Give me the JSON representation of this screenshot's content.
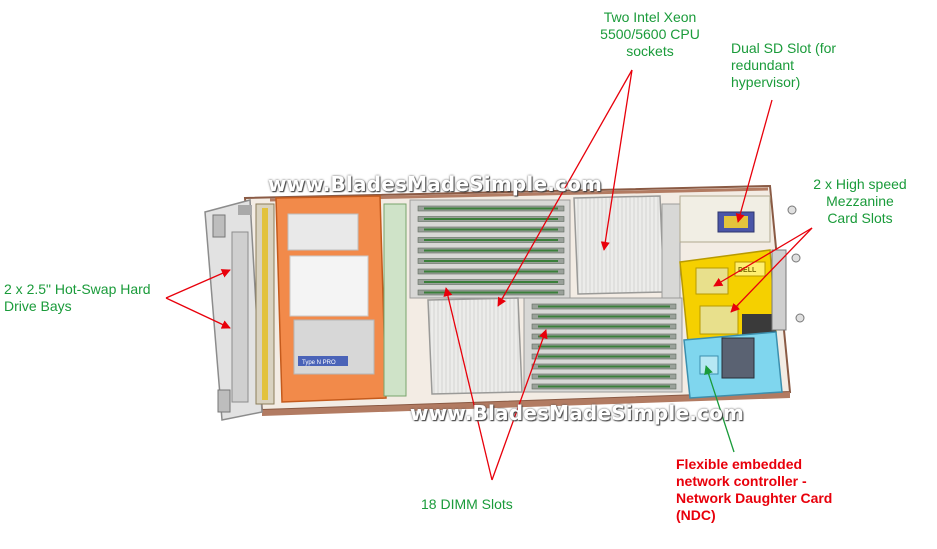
{
  "labels": {
    "cpu": "Two Intel Xeon\n5500/5600 CPU\nsockets",
    "sd": "Dual SD Slot (for\nredundant\nhypervisor)",
    "mezz": "2 x High speed\nMezzanine\nCard Slots",
    "drives": "2 x 2.5\" Hot-Swap Hard\nDrive Bays",
    "dimm": "18 DIMM Slots",
    "ndc": "Flexible embedded\nnetwork controller  -\nNetwork Daughter Card\n(NDC)"
  },
  "watermarks": {
    "top": "www.BladesMadeSimple.com",
    "bottom": "www.BladesMadeSimple.com"
  },
  "board_text": {
    "sticker": "Type N PRO",
    "chip": "DELL"
  },
  "colors": {
    "label_green": "#1a9b3a",
    "label_red": "#e8000b",
    "arrow_red": "#e8000b",
    "arrow_green": "#1a9b3a",
    "heatsink_orange": "#f28a4a",
    "mezzanine_yellow": "#f5d000",
    "ndc_cyan": "#7fd6ee"
  }
}
